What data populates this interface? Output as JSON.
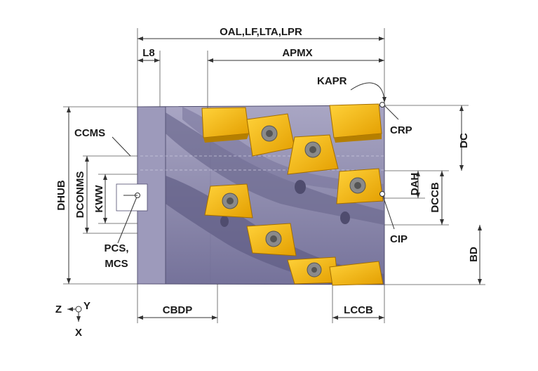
{
  "labels": {
    "oal_group": "OAL,LF,LTA,LPR",
    "l8": "L8",
    "apmx": "APMX",
    "kapr": "KAPR",
    "crp": "CRP",
    "dc": "DC",
    "ccms": "CCMS",
    "dhub": "DHUB",
    "dconms": "DCONMS",
    "kww": "KWW",
    "dah": "DAH",
    "dccb": "DCCB",
    "cip": "CIP",
    "pcs_line1": "PCS,",
    "pcs_line2": "MCS",
    "bd": "BD",
    "cbdp": "CBDP",
    "lccb": "LCCB",
    "axis_z": "Z",
    "axis_y": "Y",
    "axis_x": "X"
  },
  "colors": {
    "body": "#8f8cae",
    "body_dark": "#6a6788",
    "body_light": "#b3b0cc",
    "insert": "#f2b316",
    "insert_dark": "#b57f00",
    "screw": "#8a8a8a"
  }
}
